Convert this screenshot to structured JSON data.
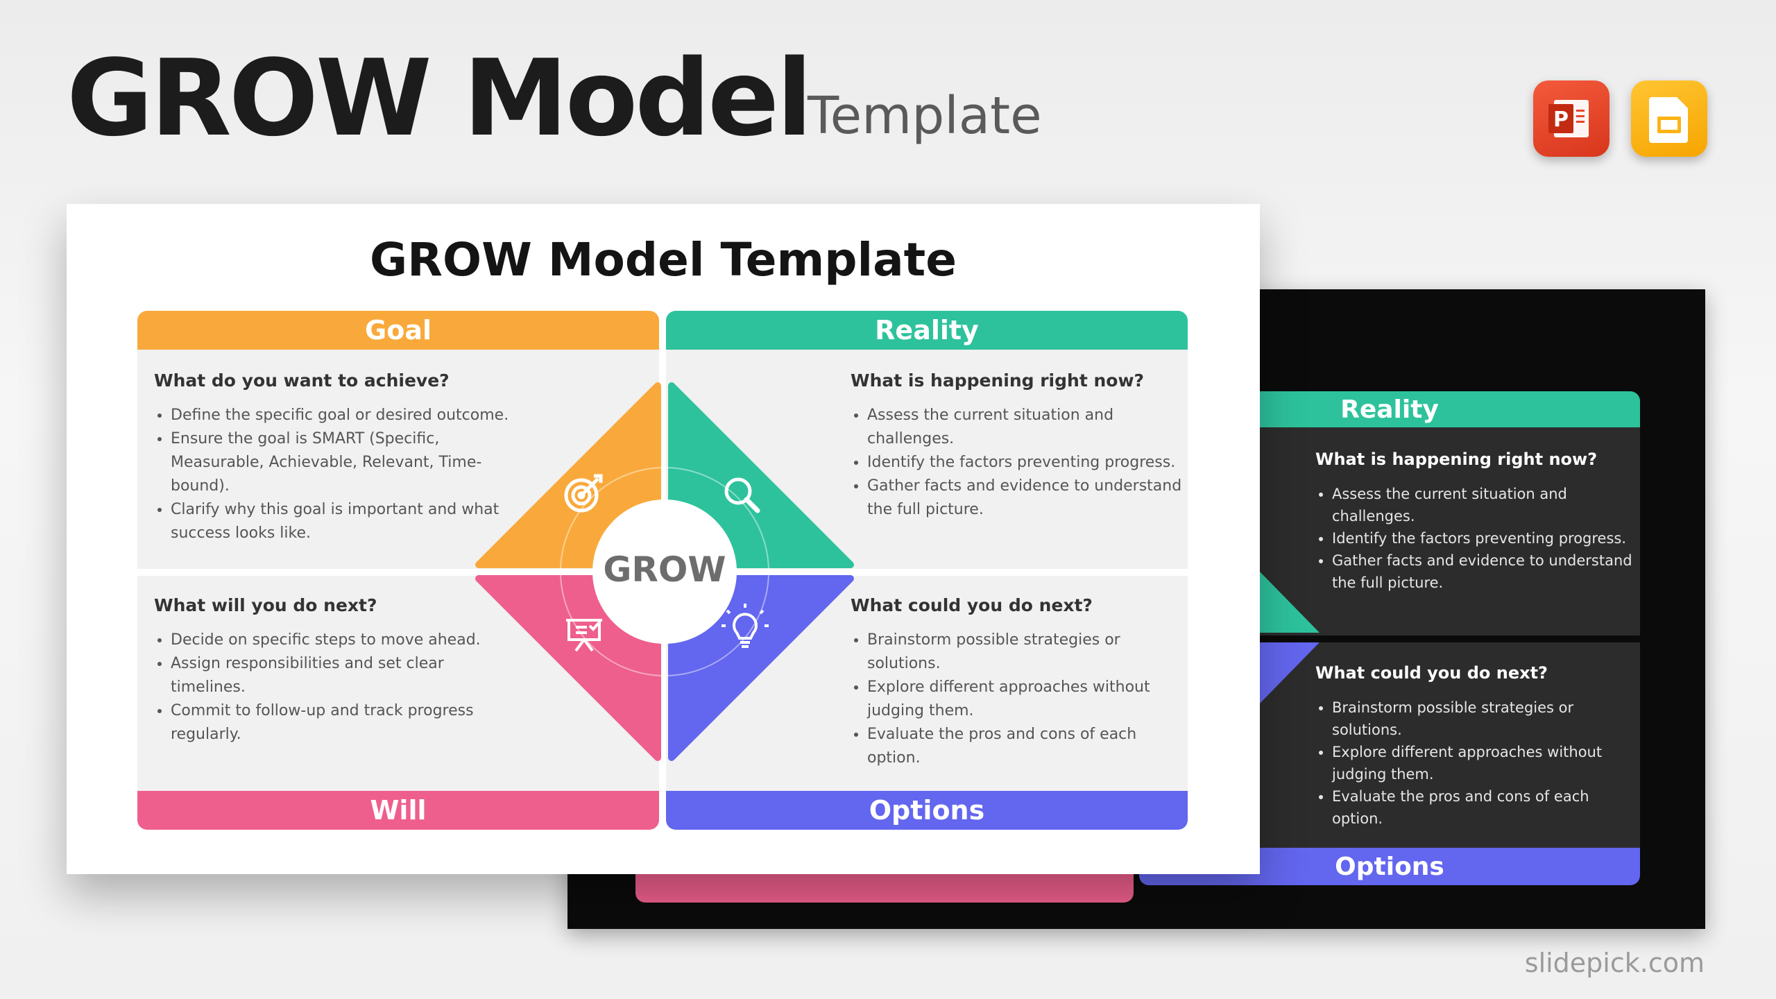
{
  "header": {
    "title": "GROW Model",
    "subtitle": "Template"
  },
  "colors": {
    "goal": "#f9a93b",
    "reality": "#2dc29c",
    "will": "#ee5f8d",
    "options": "#6366ee",
    "ppt": "#e5472c",
    "slides": "#fbb416"
  },
  "slide": {
    "title": "GROW Model Template",
    "center_label": "GROW",
    "goal": {
      "label": "Goal",
      "question": "What do you want to achieve?",
      "items": [
        "Define the specific goal or desired outcome.",
        "Ensure the goal is SMART (Specific, Measurable, Achievable, Relevant, Time-bound).",
        "Clarify why this goal is important and what success looks like."
      ],
      "icon": "target-icon"
    },
    "reality": {
      "label": "Reality",
      "question": "What is happening right now?",
      "items": [
        "Assess the current situation and challenges.",
        "Identify the factors preventing progress.",
        "Gather facts and evidence to understand the full picture."
      ],
      "icon": "magnifier-icon"
    },
    "will": {
      "label": "Will",
      "question": "What will you do next?",
      "items": [
        "Decide on specific steps to move ahead.",
        "Assign responsibilities and set clear timelines.",
        "Commit to follow-up and track progress regularly."
      ],
      "icon": "presentation-board-icon"
    },
    "options": {
      "label": "Options",
      "question": "What could you do next?",
      "items": [
        "Brainstorm possible strategies or solutions.",
        "Explore different approaches without judging them.",
        "Evaluate the pros and cons of each option."
      ],
      "icon": "lightbulb-icon"
    }
  },
  "dark_slide": {
    "title_fragment": "mplate",
    "reality_label": "Reality",
    "options_label": "Options",
    "reality_question": "What is happening right now?",
    "reality_items": [
      "Assess the current situation and challenges.",
      "Identify the factors preventing progress.",
      "Gather facts and evidence to understand the full picture."
    ],
    "options_question": "What could you do next?",
    "options_items": [
      "Brainstorm possible strategies or solutions.",
      "Explore different approaches without judging them.",
      "Evaluate the pros and cons of each option."
    ]
  },
  "icons": {
    "powerpoint": "powerpoint-icon",
    "google_slides": "google-slides-icon"
  },
  "footer": {
    "brand": "slidepick.com"
  }
}
